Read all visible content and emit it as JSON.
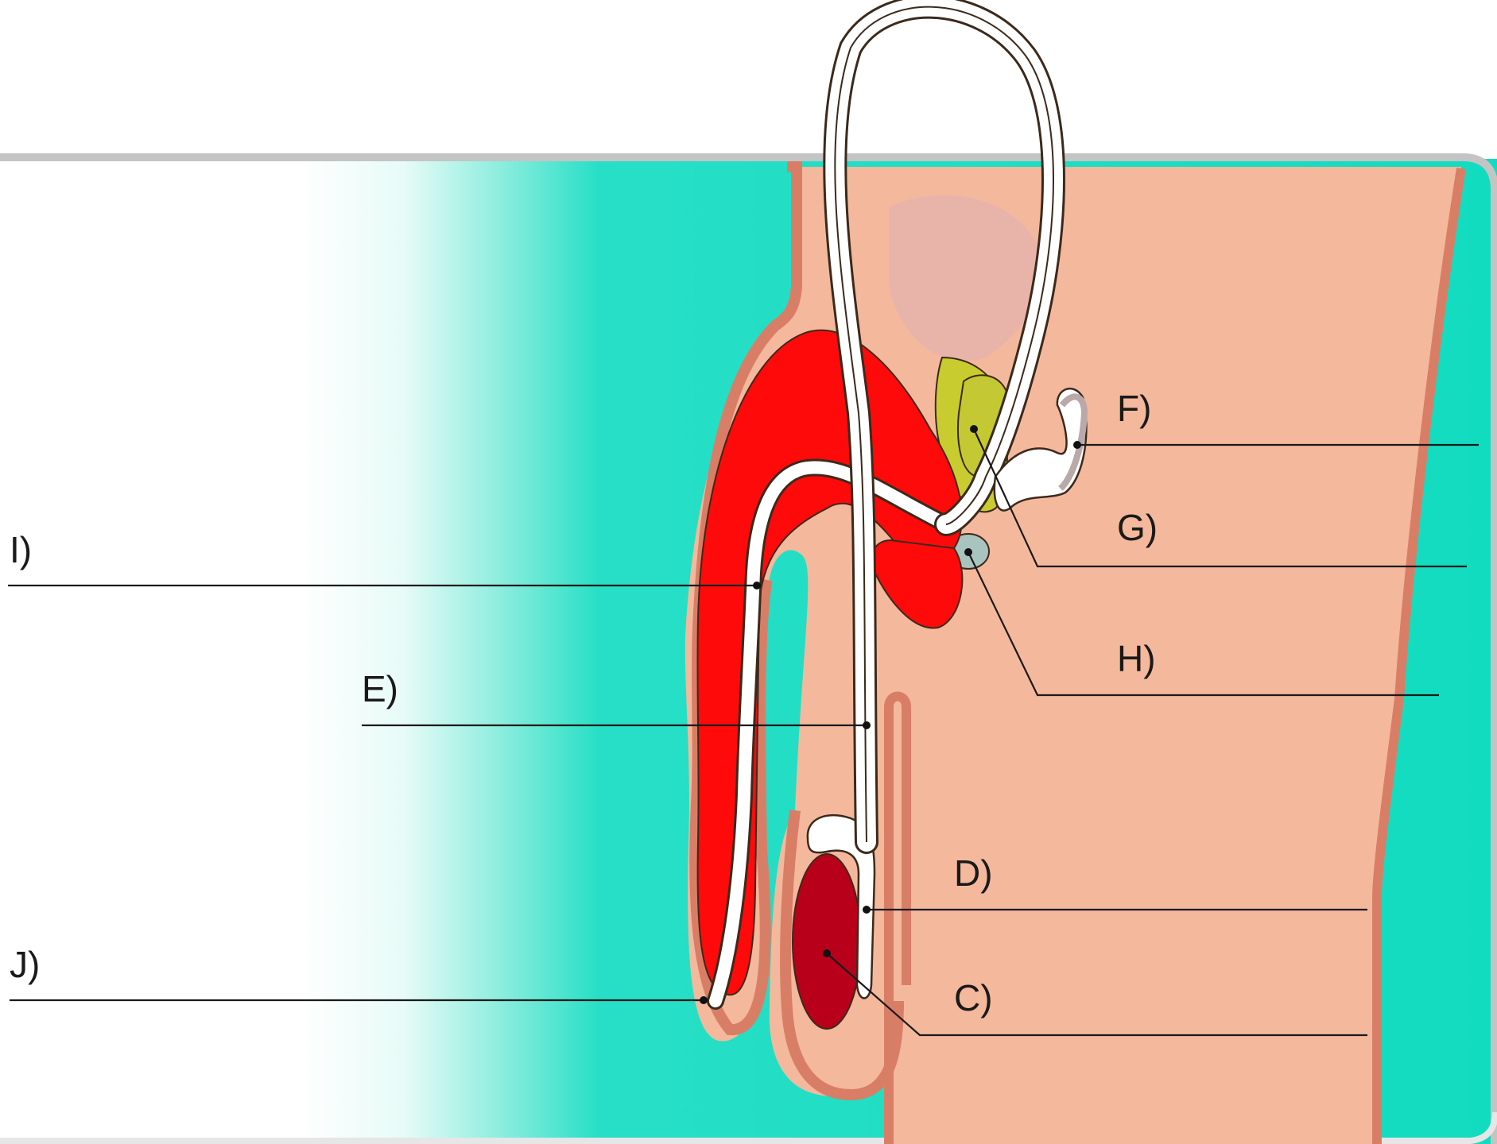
{
  "diagram": {
    "labels": [
      {
        "id": "F",
        "text": "F)"
      },
      {
        "id": "G",
        "text": "G)"
      },
      {
        "id": "H",
        "text": "H)"
      },
      {
        "id": "I",
        "text": "I)"
      },
      {
        "id": "E",
        "text": "E)"
      },
      {
        "id": "D",
        "text": "D)"
      },
      {
        "id": "C",
        "text": "C)"
      },
      {
        "id": "J",
        "text": "J)"
      }
    ],
    "colors": {
      "background_gradient_from": "#ffffff",
      "background_gradient_to": "#12dcc0",
      "frame_gray": "#c4c4c4",
      "skin": "#f4b89c",
      "skin_outline": "#d97e66",
      "erectile_tissue": "#ff0a0a",
      "testis": "#b8001a",
      "bladder": "#e8b4aa",
      "seminal_vesicle": "#c8cc2e",
      "bulbourethral_gland": "#a9c4be",
      "duct_white": "#ffffff",
      "outline_dark": "#3b2a1c"
    }
  }
}
